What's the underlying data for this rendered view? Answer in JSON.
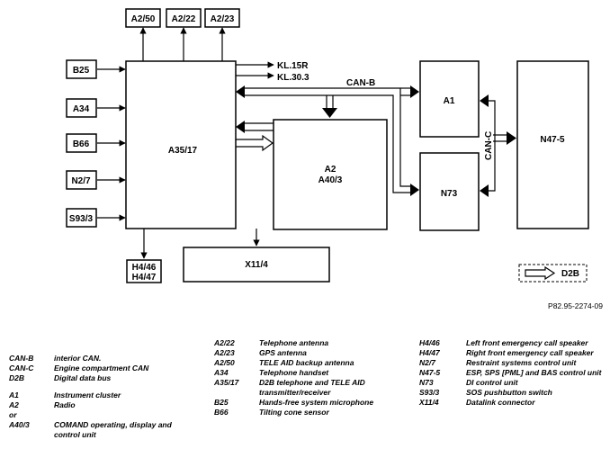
{
  "diagram": {
    "boxes": {
      "a2_50": "A2/50",
      "a2_22": "A2/22",
      "a2_23": "A2/23",
      "b25": "B25",
      "a34": "A34",
      "b66": "B66",
      "n2_7": "N2/7",
      "s93_3": "S93/3",
      "a35_17": "A35/17",
      "a2_line1": "A2",
      "a2_line2": "A40/3",
      "a1": "A1",
      "n73": "N73",
      "n47_5": "N47-5",
      "h4_46": "H4/46",
      "h4_47": "H4/47",
      "x11_4": "X11/4"
    },
    "labels": {
      "kl15r": "KL.15R",
      "kl30_3": "KL.30.3",
      "can_b": "CAN-B",
      "can_c": "CAN-C",
      "d2b": "D2B",
      "figure_id": "P82.95-2274-09"
    }
  },
  "legend": {
    "col1": [
      {
        "code": "CAN-B",
        "desc": "interior CAN."
      },
      {
        "code": "CAN-C",
        "desc": "Engine compartment CAN"
      },
      {
        "code": "D2B",
        "desc": "Digital data bus"
      },
      {
        "code": "A1",
        "desc": "Instrument cluster"
      },
      {
        "code": "A2",
        "desc": "Radio"
      },
      {
        "code": "or",
        "desc": ""
      },
      {
        "code": "A40/3",
        "desc": "COMAND operating, display and control unit"
      }
    ],
    "col2": [
      {
        "code": "A2/22",
        "desc": "Telephone antenna"
      },
      {
        "code": "A2/23",
        "desc": "GPS antenna"
      },
      {
        "code": "A2/50",
        "desc": "TELE AID backup antenna"
      },
      {
        "code": "A34",
        "desc": "Telephone handset"
      },
      {
        "code": "A35/17",
        "desc": "D2B telephone and TELE AID transmitter/receiver"
      },
      {
        "code": "B25",
        "desc": "Hands-free system microphone"
      },
      {
        "code": "B66",
        "desc": "Tilting cone sensor"
      }
    ],
    "col3": [
      {
        "code": "H4/46",
        "desc": "Left front emergency call speaker"
      },
      {
        "code": "H4/47",
        "desc": "Right front emergency call speaker"
      },
      {
        "code": "N2/7",
        "desc": "Restraint systems control unit"
      },
      {
        "code": "N47-5",
        "desc": "ESP, SPS [PML] and BAS control unit"
      },
      {
        "code": "N73",
        "desc": "DI control unit"
      },
      {
        "code": "S93/3",
        "desc": "SOS pushbutton switch"
      },
      {
        "code": "X11/4",
        "desc": "Datalink connector"
      }
    ]
  }
}
